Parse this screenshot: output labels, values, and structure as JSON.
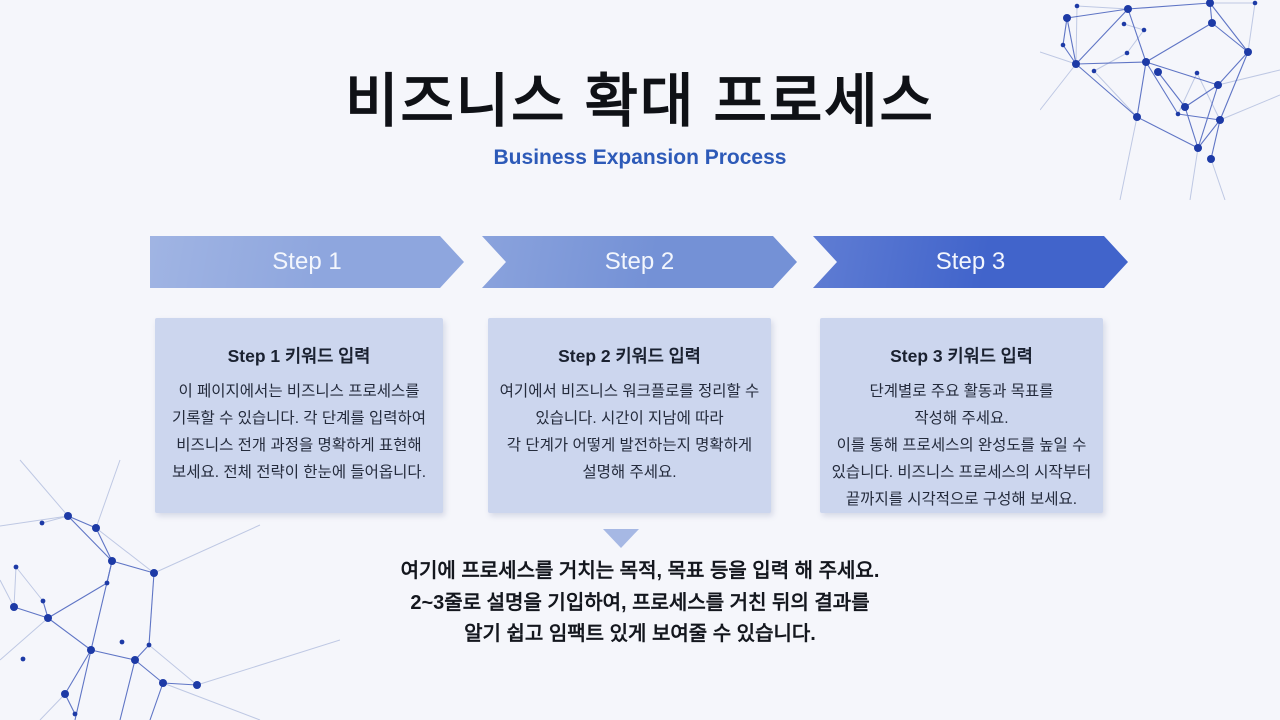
{
  "page": {
    "title": "비즈니스 확대 프로세스",
    "subtitle": "Business Expansion Process"
  },
  "steps": [
    {
      "label": "Step 1",
      "arrow_color": "#8ea6de",
      "card_title": "Step 1 키워드 입력",
      "card_lines": [
        "이 페이지에서는 비즈니스 프로세스를",
        "기록할 수 있습니다. 각 단계를 입력하여",
        "비즈니스 전개 과정을 명확하게 표현해",
        "보세요. 전체 전략이 한눈에 들어옵니다."
      ]
    },
    {
      "label": "Step 2",
      "arrow_color": "#7491d6",
      "card_title": "Step 2 키워드 입력",
      "card_lines": [
        "여기에서 비즈니스 워크플로를 정리할 수",
        "있습니다. 시간이 지남에 따라",
        "각 단계가 어떻게 발전하는지 명확하게",
        "설명해 주세요."
      ]
    },
    {
      "label": "Step 3",
      "arrow_color": "#4164cb",
      "card_title": "Step 3 키워드 입력",
      "card_lines": [
        "단계별로 주요 활동과 목표를",
        "작성해 주세요.",
        "이를 통해 프로세스의 완성도를 높일 수",
        "있습니다. 비즈니스 프로세스의 시작부터",
        "끝까지를 시각적으로 구성해 보세요."
      ]
    }
  ],
  "summary": {
    "lines": [
      "여기에 프로세스를 거치는 목적, 목표 등을 입력 해 주세요.",
      "2~3줄로 설명을 기입하여, 프로세스를 거친 뒤의 결과를",
      "알기 쉽고 임팩트 있게 보여줄 수 있습니다."
    ]
  },
  "colors": {
    "background": "#f5f6fb",
    "card_background": "#ccd6ee",
    "subtitle_accent": "#2d5ab8",
    "triangle": "#a6b8e4",
    "network_dot": "#1d3aa6",
    "network_line_dark": "#3a55b8",
    "network_line_light": "#a8b5da"
  }
}
